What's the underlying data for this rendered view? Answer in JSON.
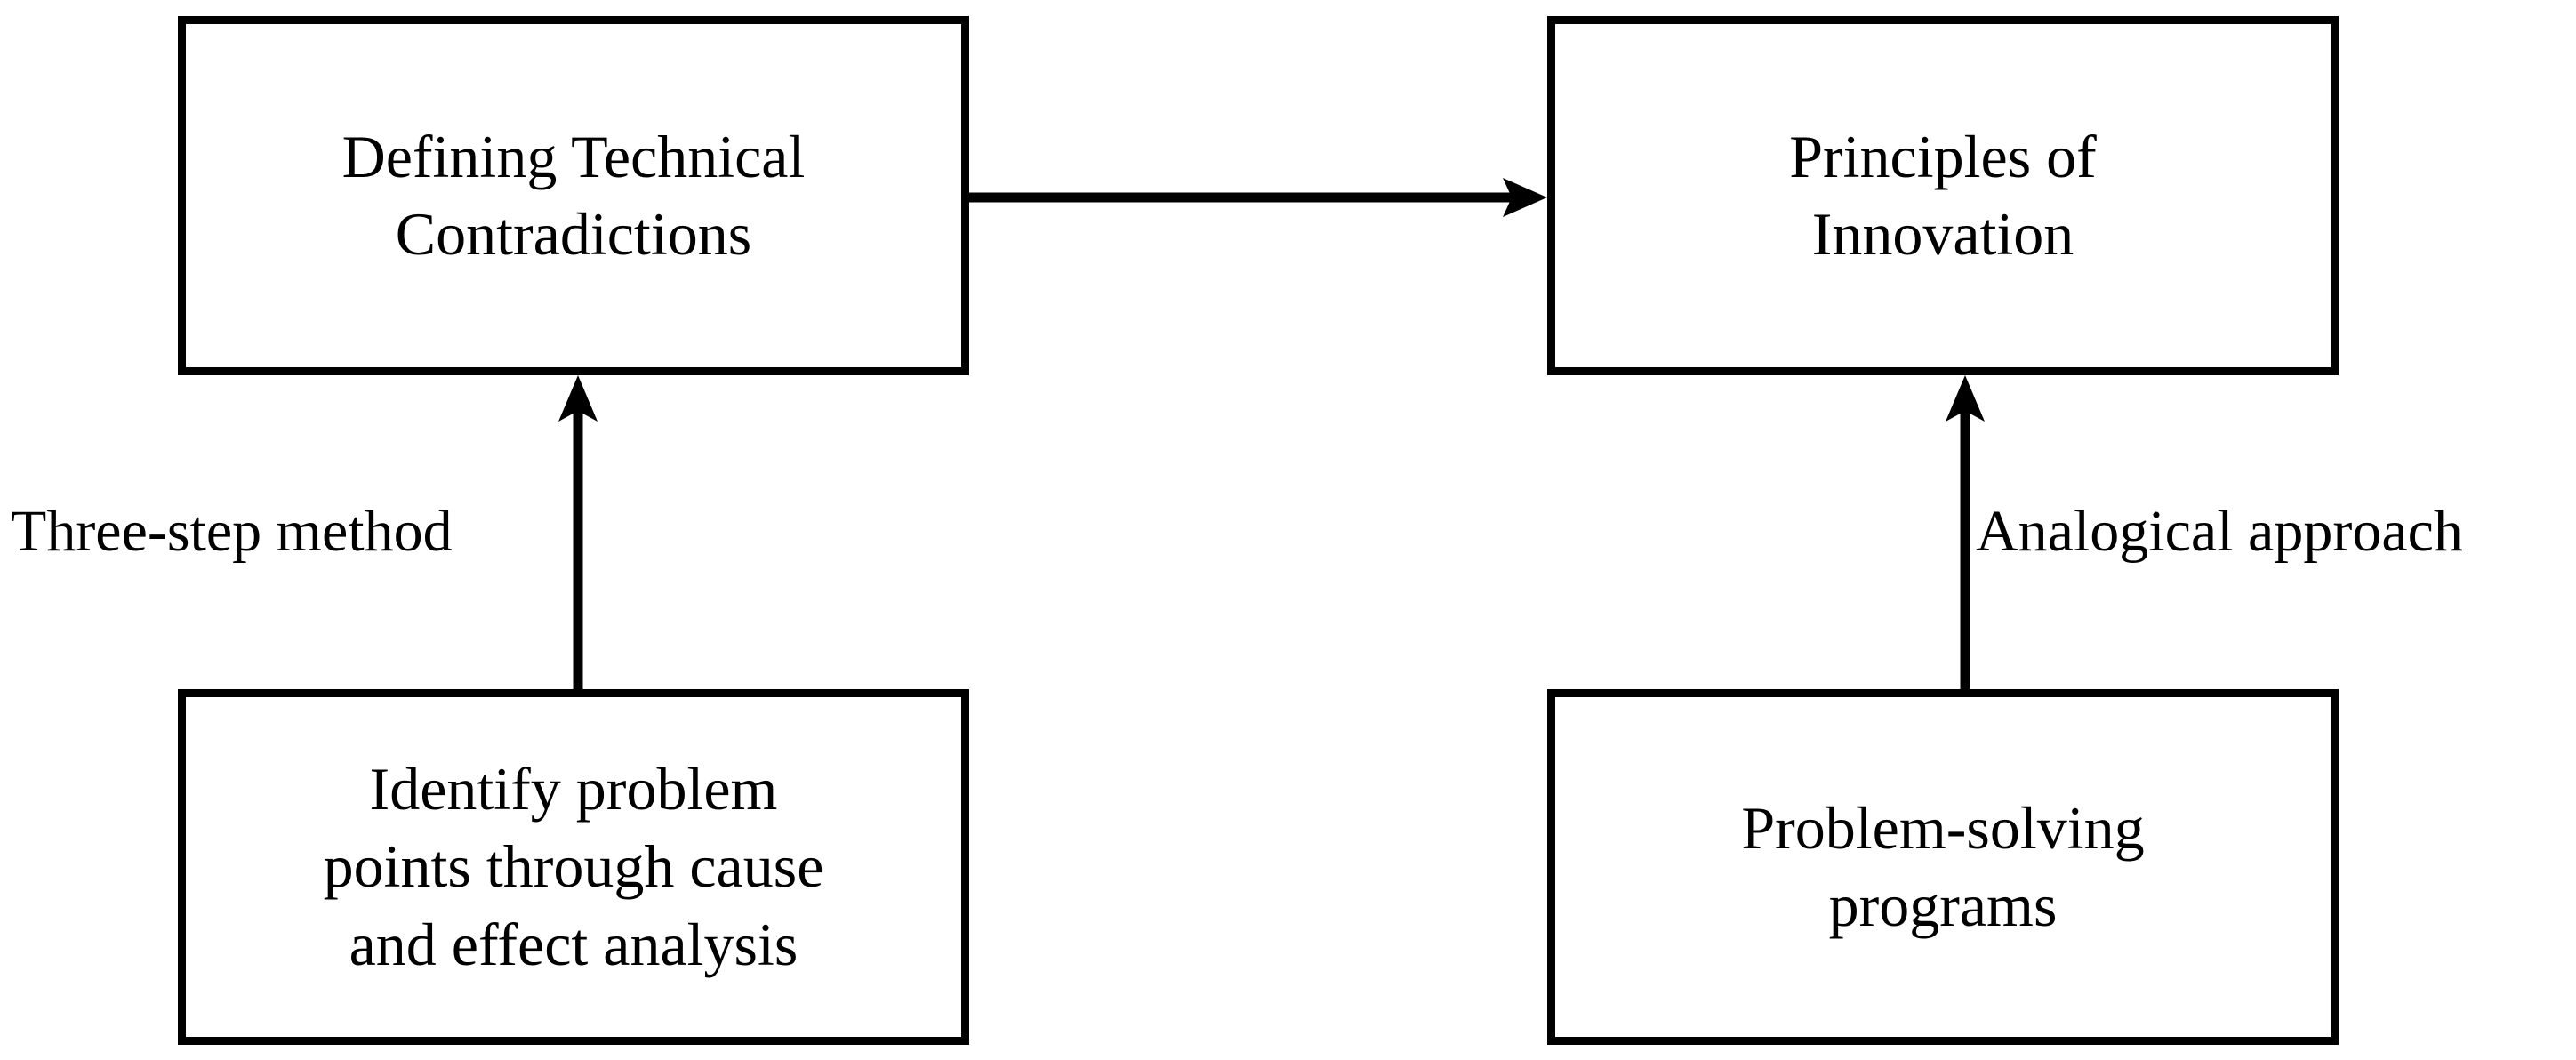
{
  "diagram": {
    "type": "flow-diagram",
    "background_color": "#ffffff",
    "stroke_color": "#000000",
    "nodes": [
      {
        "id": "defining-contradictions",
        "label": "Defining Technical\nContradictions",
        "position": "top-left"
      },
      {
        "id": "principles-innovation",
        "label": "Principles of\nInnovation",
        "position": "top-right"
      },
      {
        "id": "identify-problem-points",
        "label": "Identify problem\npoints through cause\nand effect analysis",
        "position": "bottom-left"
      },
      {
        "id": "problem-solving-programs",
        "label": "Problem-solving\nprograms",
        "position": "bottom-right"
      }
    ],
    "edges": [
      {
        "id": "edge-contradictions-to-principles",
        "from": "defining-contradictions",
        "to": "principles-innovation",
        "direction": "right",
        "label": ""
      },
      {
        "id": "edge-problem-points-to-contradictions",
        "from": "identify-problem-points",
        "to": "defining-contradictions",
        "direction": "up",
        "label": "Three-step method"
      },
      {
        "id": "edge-programs-to-principles",
        "from": "problem-solving-programs",
        "to": "principles-innovation",
        "direction": "up",
        "label": "Analogical approach"
      }
    ]
  }
}
